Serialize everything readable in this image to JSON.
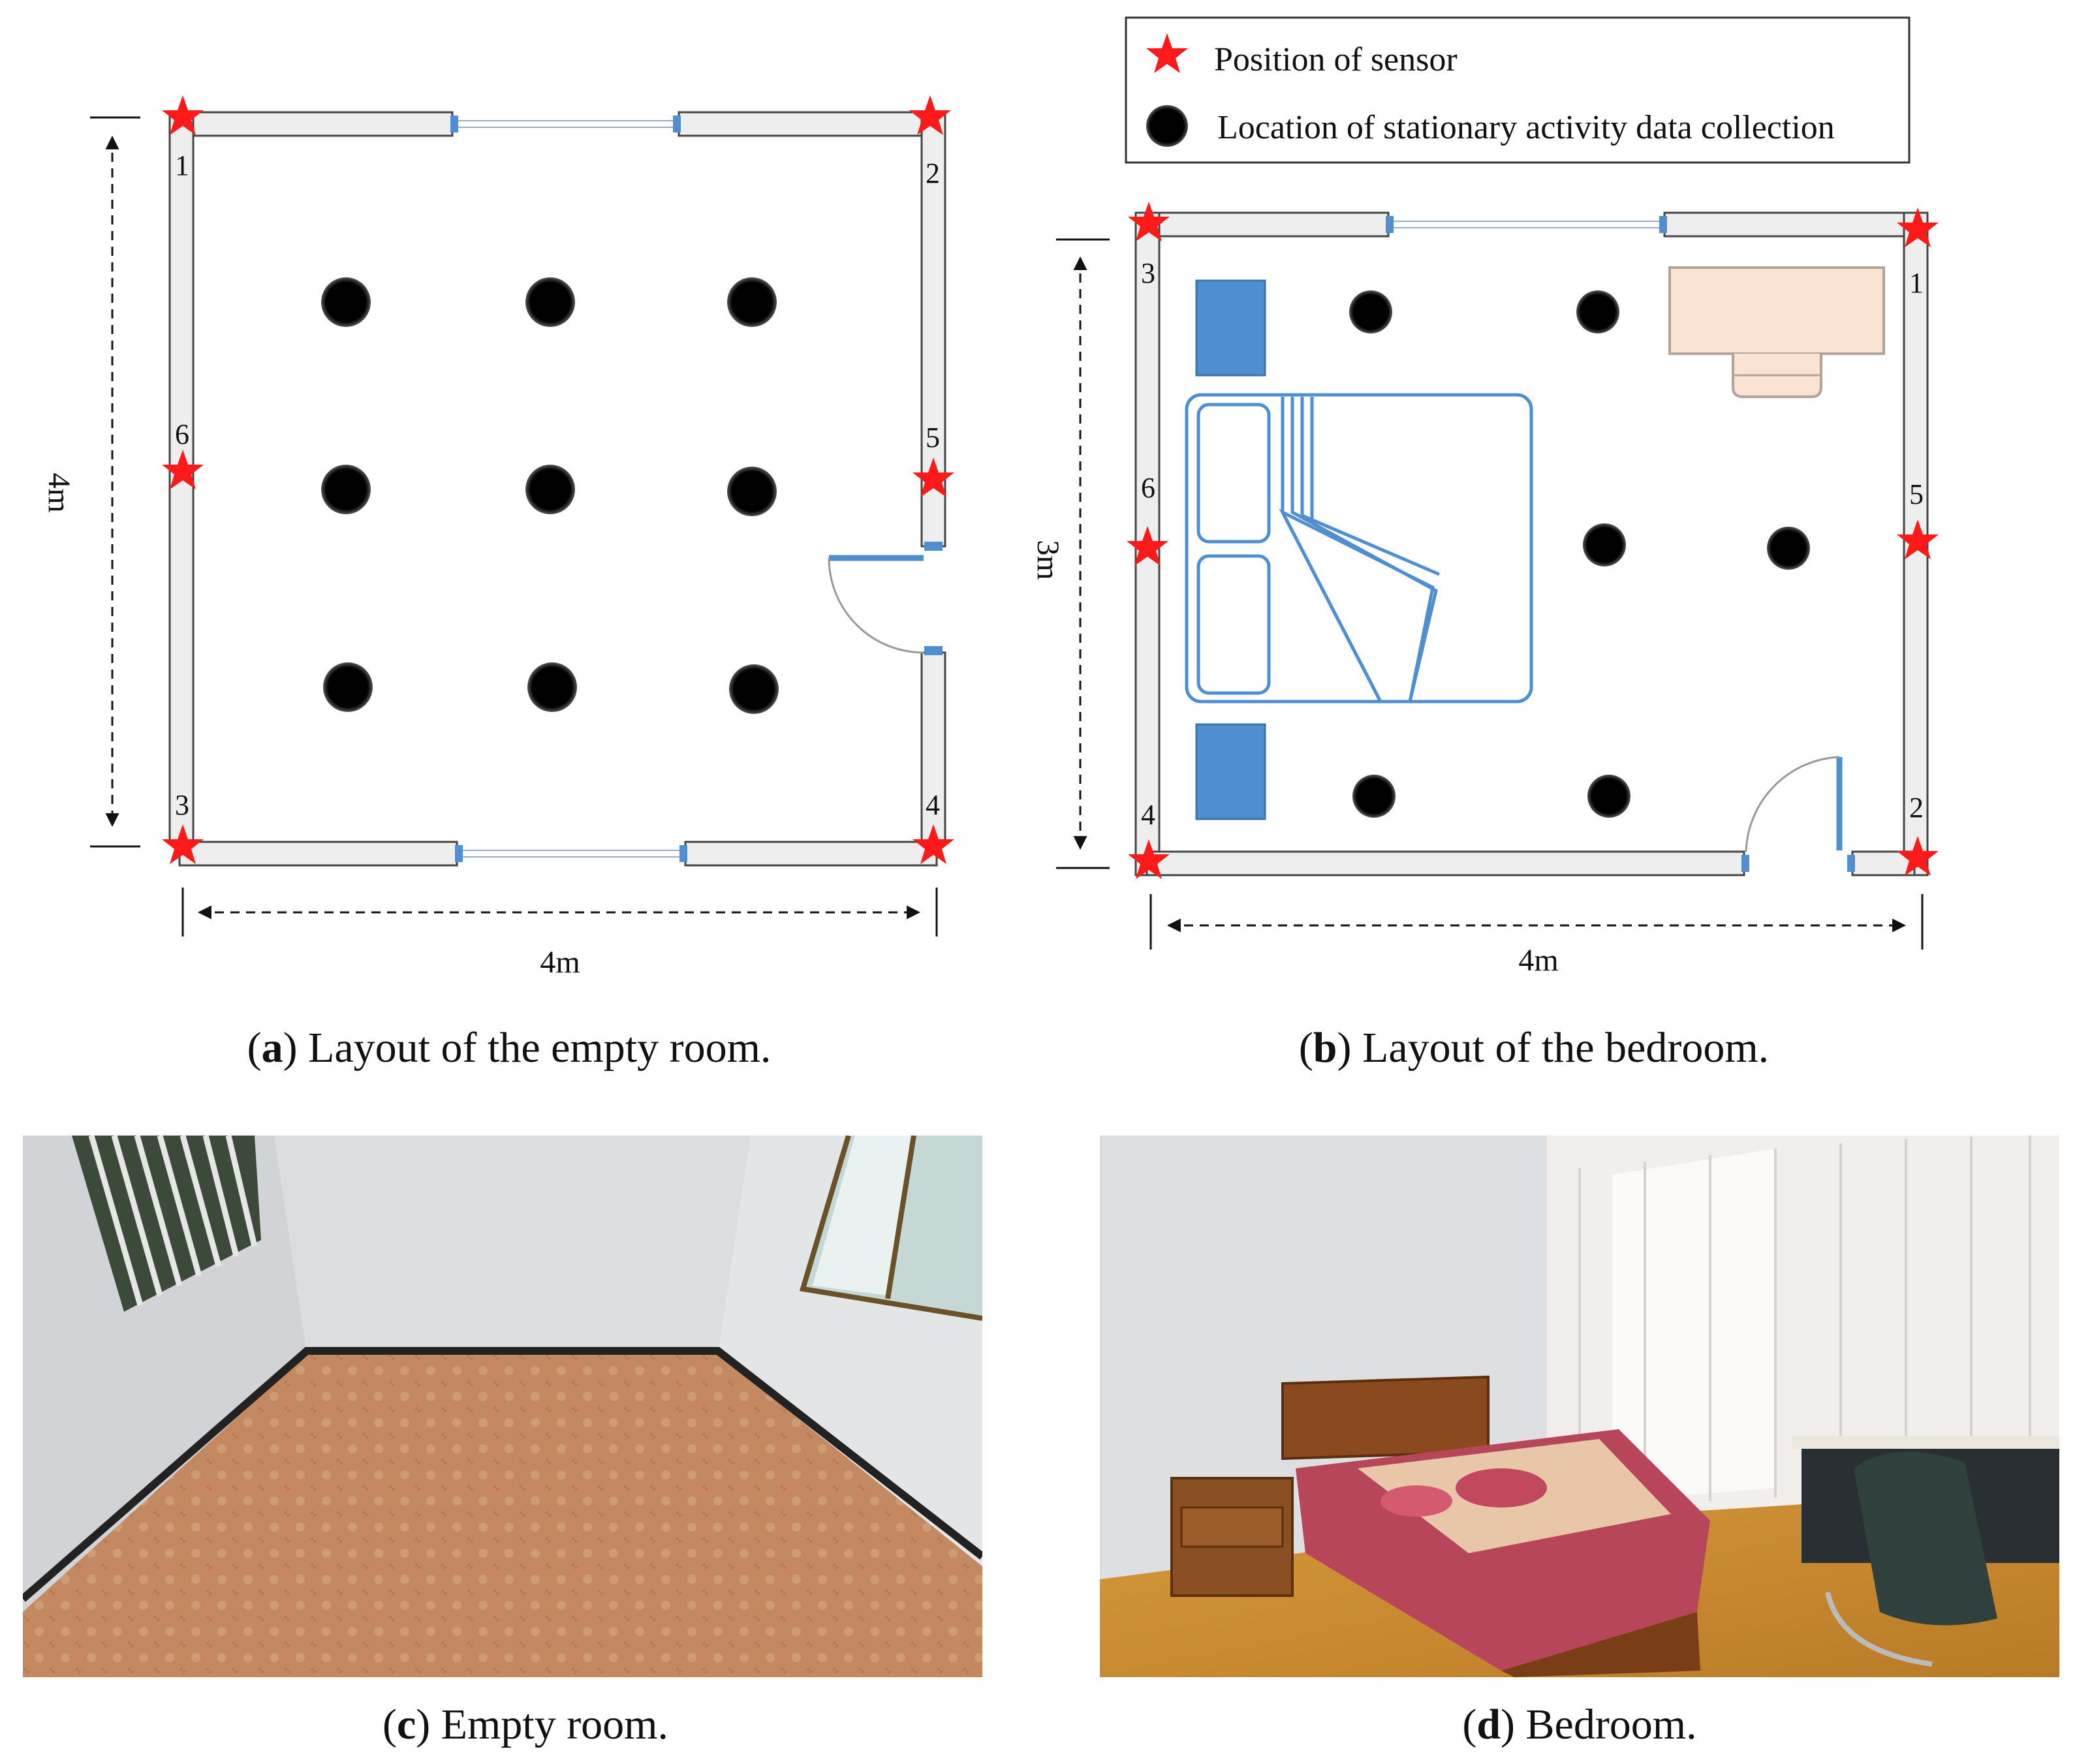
{
  "legend": {
    "sensor": "Position of sensor",
    "location": "Location of stationary activity data collection"
  },
  "panel_a": {
    "caption_letter": "a",
    "caption_text": "Layout of the empty room.",
    "dim_vertical": "4m",
    "dim_horizontal": "4m",
    "sensors": [
      "1",
      "2",
      "3",
      "4",
      "5",
      "6"
    ]
  },
  "panel_b": {
    "caption_letter": "b",
    "caption_text": "Layout of the bedroom.",
    "dim_vertical": "3m",
    "dim_horizontal": "4m",
    "sensors": [
      "1",
      "2",
      "3",
      "4",
      "5",
      "6"
    ]
  },
  "panel_c": {
    "caption_letter": "c",
    "caption_text": "Empty room."
  },
  "panel_d": {
    "caption_letter": "d",
    "caption_text": "Bedroom."
  },
  "colors": {
    "sensor_star": "#ff1a1a",
    "wall_fill": "#eeeeee",
    "furniture_blue": "#4f8fd1",
    "desk_fill": "#fbe3d3",
    "desk_stroke": "#b3a39a"
  }
}
